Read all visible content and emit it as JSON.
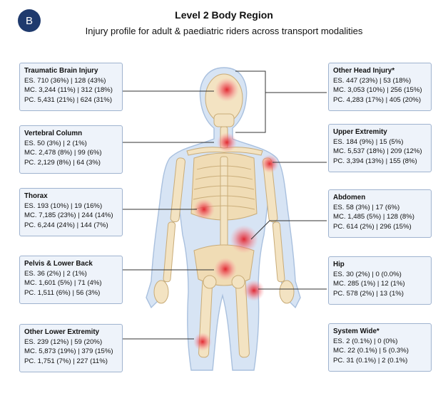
{
  "badge": "B",
  "title": "Level 2 Body Region",
  "subtitle": "Injury profile for adult & paediatric riders across transport modalities",
  "regions": [
    {
      "name": "Traumatic Brain Injury",
      "es": "ES. 710 (36%) | 128 (43%)",
      "mc": "MC. 3,244 (11%) | 312 (18%)",
      "pc": "PC. 5,431 (21%) | 624 (31%)"
    },
    {
      "name": "Vertebral Column",
      "es": "ES. 50 (3%) | 2 (1%)",
      "mc": "MC. 2,478 (8%) | 99 (6%)",
      "pc": "PC. 2,129 (8%) | 64 (3%)"
    },
    {
      "name": "Thorax",
      "es": "ES. 193 (10%) | 19 (16%)",
      "mc": "MC. 7,185 (23%) | 244 (14%)",
      "pc": "PC. 6,244 (24%) | 144 (7%)"
    },
    {
      "name": "Pelvis & Lower Back",
      "es": "ES. 36 (2%) | 2 (1%)",
      "mc": "MC. 1,601 (5%) | 71 (4%)",
      "pc": "PC. 1,511 (6%) | 56 (3%)"
    },
    {
      "name": "Other Lower Extremity",
      "es": "ES. 239 (12%) | 59 (20%)",
      "mc": "MC. 5,873 (19%) | 379 (15%)",
      "pc": "PC. 1,751 (7%) | 227 (11%)"
    },
    {
      "name": "Other Head Injury*",
      "es": "ES. 447 (23%) | 53 (18%)",
      "mc": "MC. 3,053 (10%) | 256 (15%)",
      "pc": "PC. 4,283 (17%) | 405 (20%)"
    },
    {
      "name": "Upper Extremity",
      "es": "ES. 184 (9%) | 15 (5%)",
      "mc": "MC. 5,537 (18%) | 209 (12%)",
      "pc": "PC. 3,394 (13%) | 155 (8%)"
    },
    {
      "name": "Abdomen",
      "es": "ES. 58 (3%) | 17 (6%)",
      "mc": "MC. 1,485 (5%) | 128 (8%)",
      "pc": "PC. 614 (2%) | 296 (15%)"
    },
    {
      "name": "Hip",
      "es": "ES. 30 (2%) | 0 (0.0%)",
      "mc": "MC. 285 (1%) | 12 (1%)",
      "pc": "PC. 578 (2%) | 13 (1%)"
    },
    {
      "name": "System Wide*",
      "es": "ES. 2 (0.1%) | 0 (0%)",
      "mc": "MC. 22 (0.1%) | 5 (0.3%)",
      "pc": "PC. 31 (0.1%) | 2 (0.1%)"
    }
  ]
}
